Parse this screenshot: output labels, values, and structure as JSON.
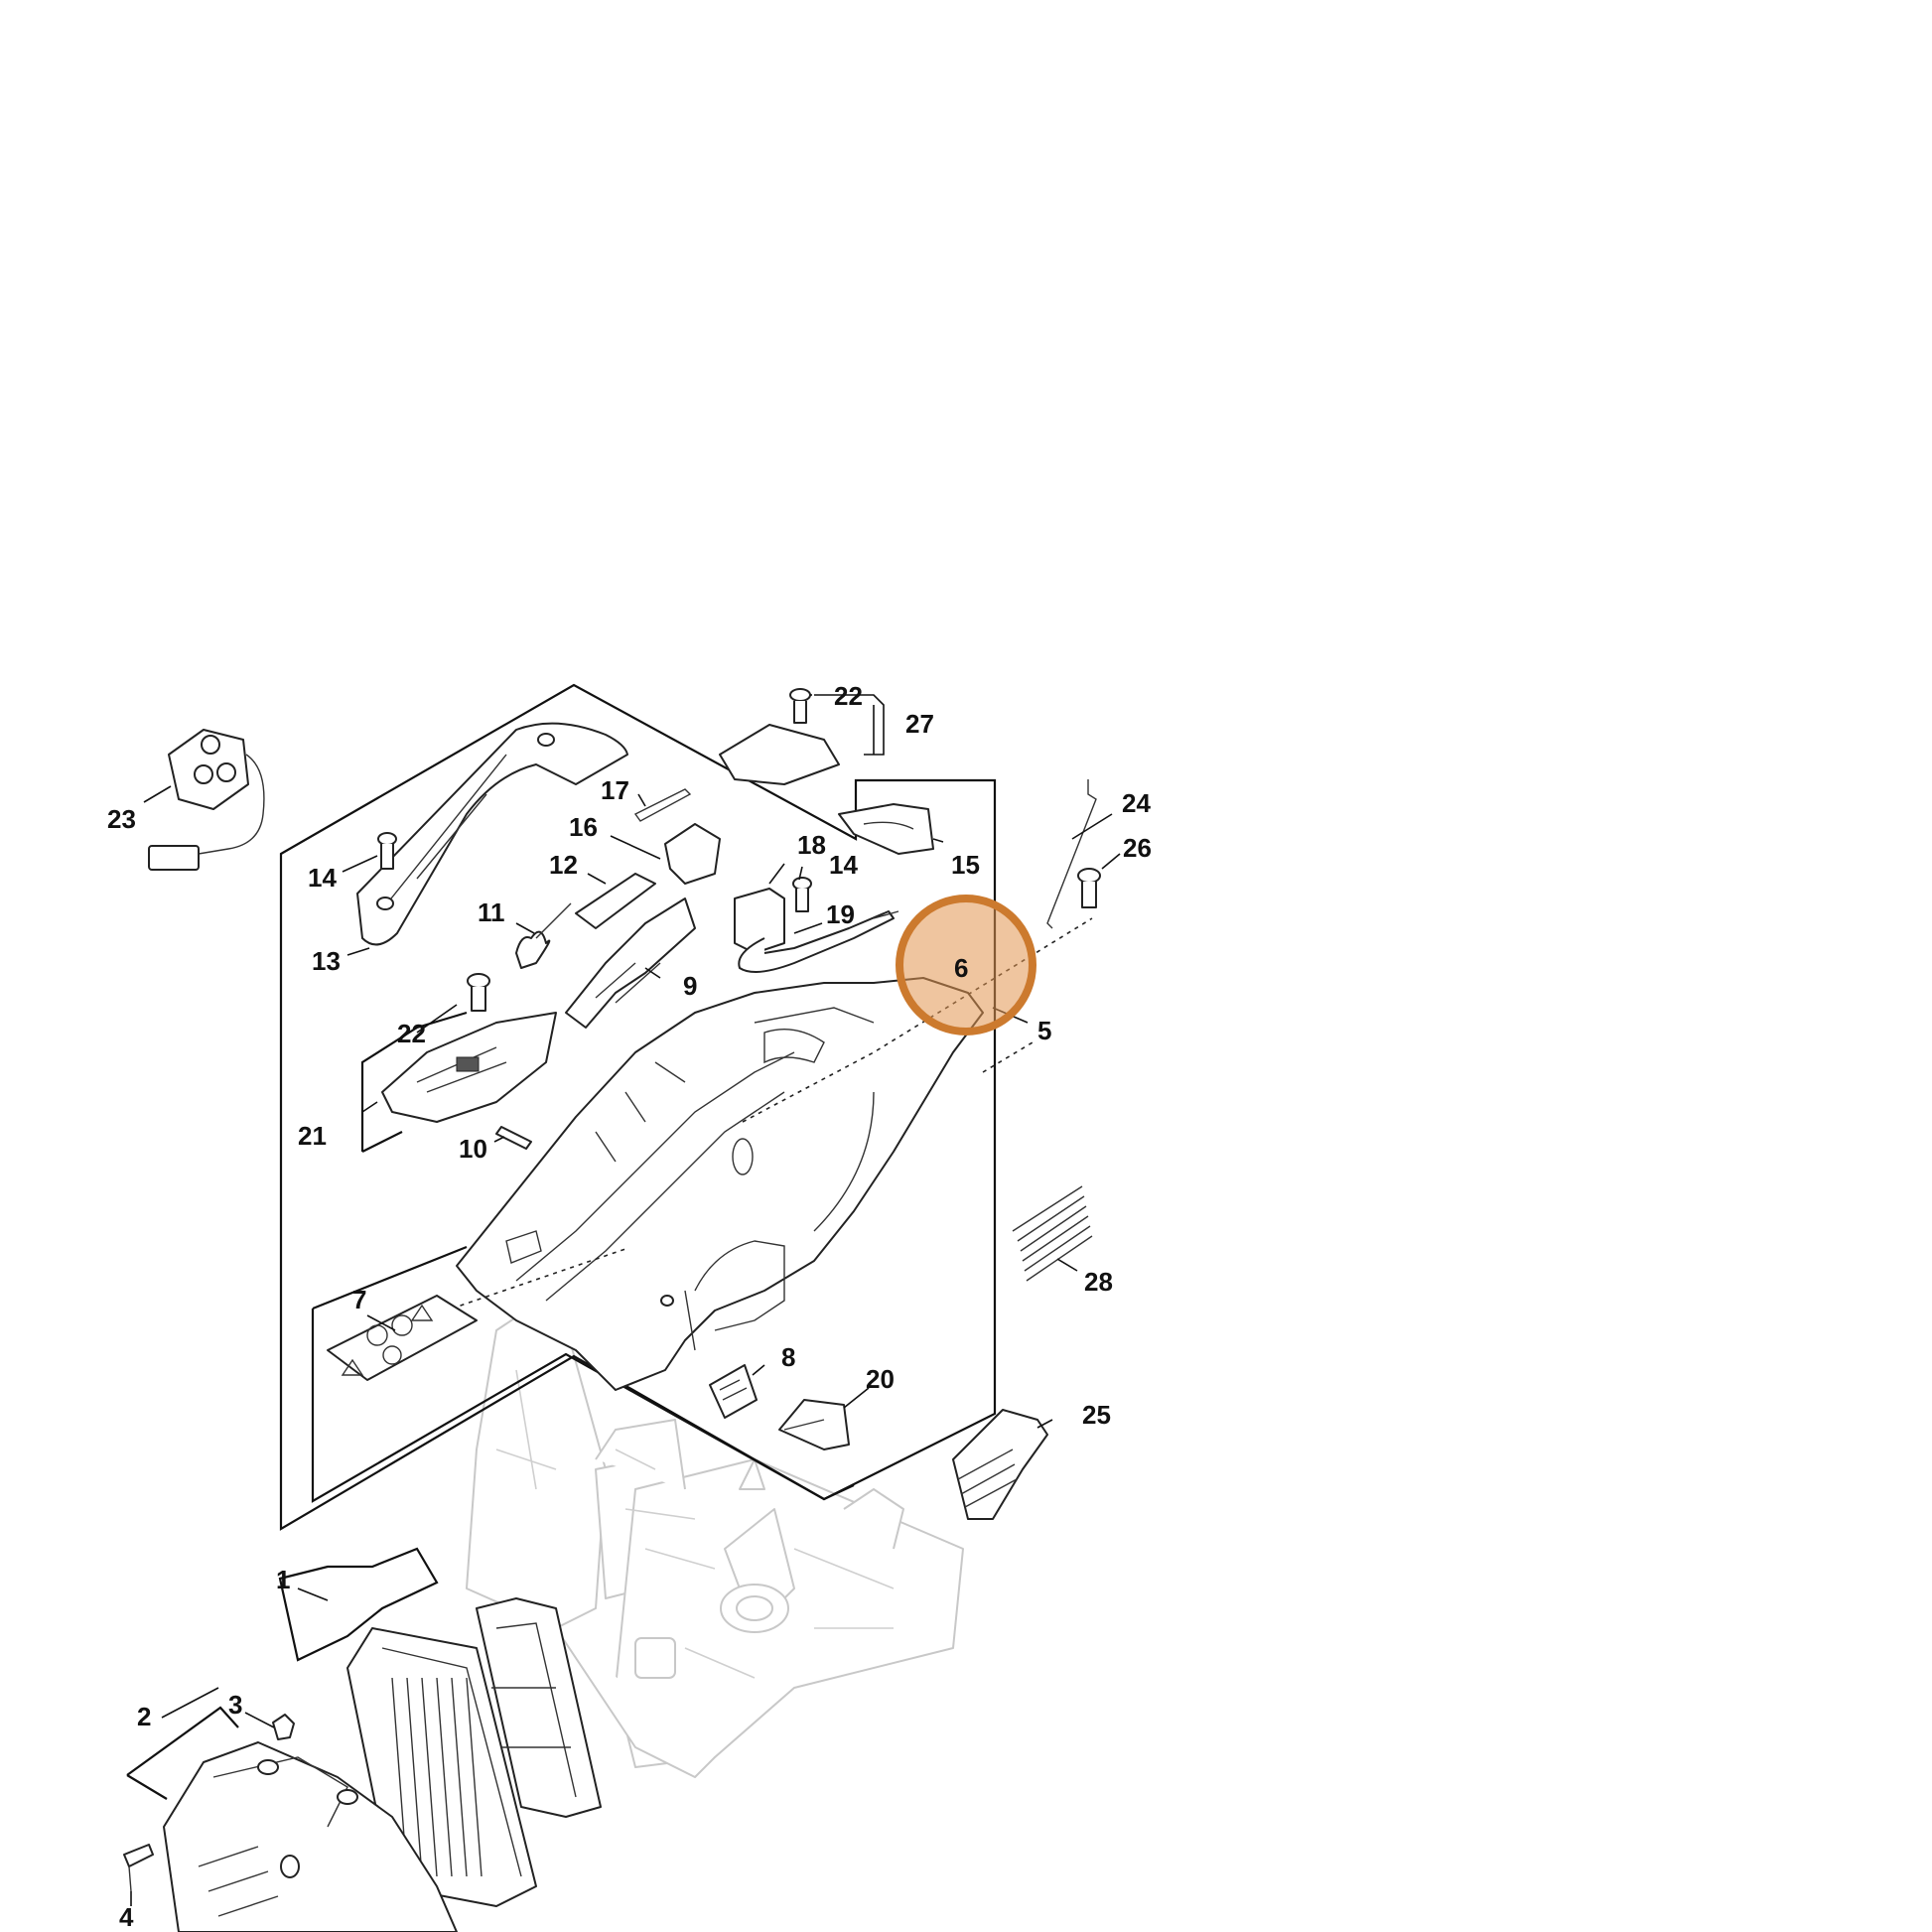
{
  "callouts": {
    "c1": "1",
    "c2": "2",
    "c3": "3",
    "c4": "4",
    "c5": "5",
    "c6": "6",
    "c7": "7",
    "c8": "8",
    "c9": "9",
    "c10": "10",
    "c11": "11",
    "c12": "12",
    "c13": "13",
    "c14a": "14",
    "c14b": "14",
    "c15": "15",
    "c16": "16",
    "c17": "17",
    "c18": "18",
    "c19": "19",
    "c20": "20",
    "c21": "21",
    "c22a": "22",
    "c22b": "22",
    "c23": "23",
    "c24": "24",
    "c25": "25",
    "c26": "26",
    "c27": "27",
    "c28": "28"
  },
  "highlight": {
    "part": "6",
    "color": "#cc7a2e"
  }
}
